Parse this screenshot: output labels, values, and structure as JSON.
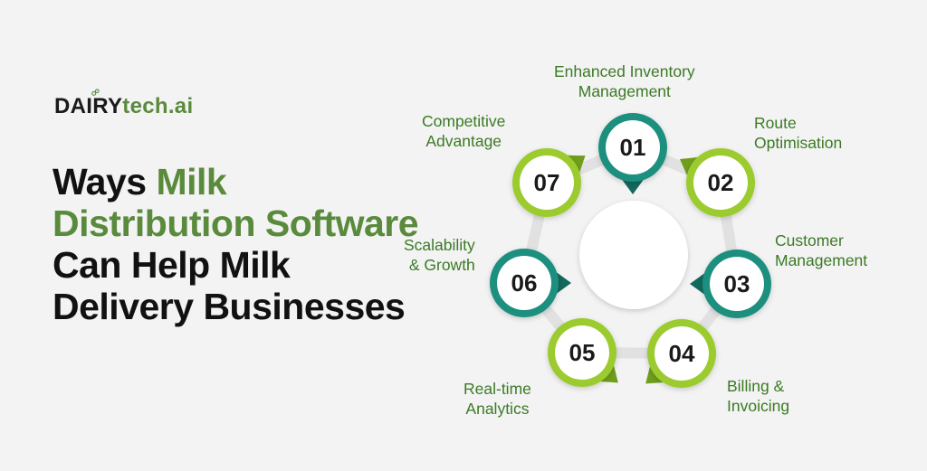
{
  "brand": {
    "part1": "DAIRY",
    "part2": "tech.ai"
  },
  "headline": {
    "pre": "Ways ",
    "accent": "Milk Distribution Software",
    "post": " Can Help Milk Delivery Businesses"
  },
  "items": [
    {
      "number": "01",
      "label_line1": "Enhanced Inventory",
      "label_line2": "Management",
      "style": "teal"
    },
    {
      "number": "02",
      "label_line1": "Route",
      "label_line2": "Optimisation",
      "style": "lime"
    },
    {
      "number": "03",
      "label_line1": "Customer",
      "label_line2": "Management",
      "style": "teal"
    },
    {
      "number": "04",
      "label_line1": "Billing &",
      "label_line2": "Invoicing",
      "style": "lime"
    },
    {
      "number": "05",
      "label_line1": "Real-time",
      "label_line2": "Analytics",
      "style": "lime"
    },
    {
      "number": "06",
      "label_line1": "Scalability",
      "label_line2": "& Growth",
      "style": "teal"
    },
    {
      "number": "07",
      "label_line1": "Competitive",
      "label_line2": "Advantage",
      "style": "lime"
    }
  ],
  "colors": {
    "teal": "#1e8f7e",
    "teal_dark": "#14685d",
    "lime": "#9bcb2e",
    "lime_dark": "#6f9e1c",
    "label": "#3c7a24",
    "accent": "#5a8a3c"
  }
}
